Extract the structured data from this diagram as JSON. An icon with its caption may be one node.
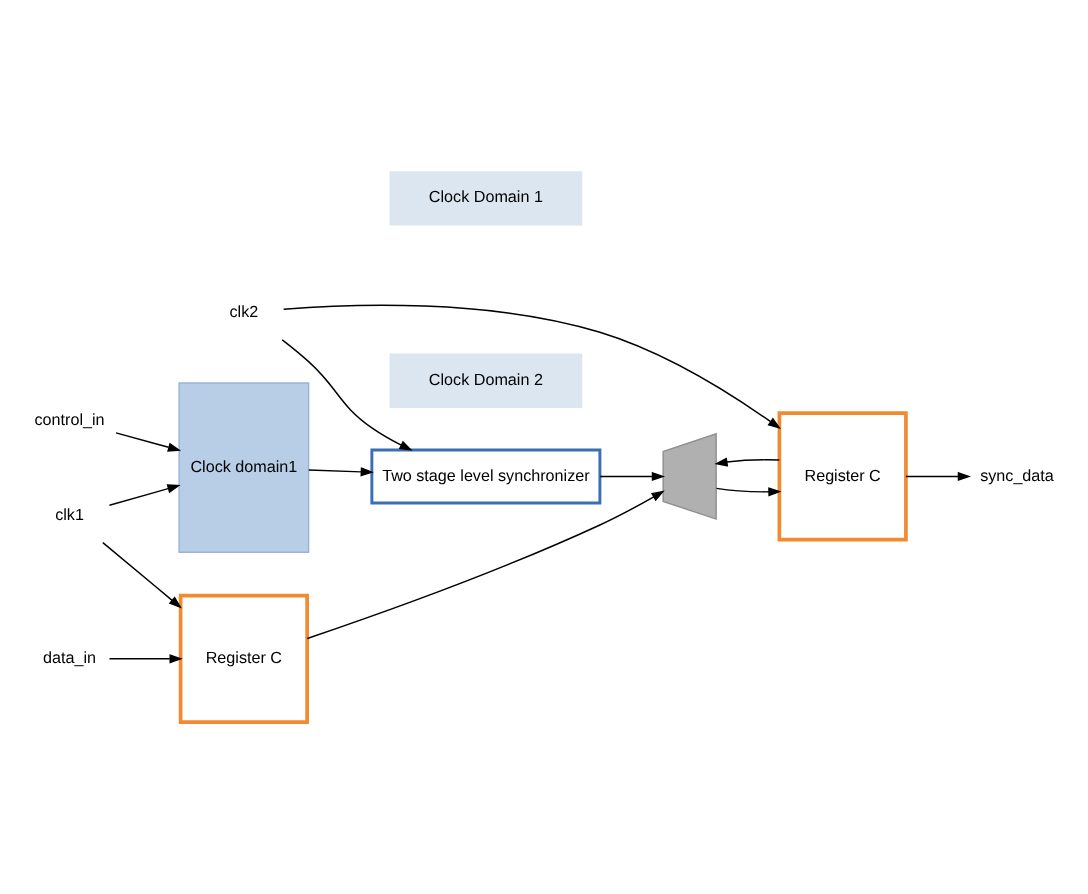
{
  "diagram": {
    "nodes": [
      {
        "text": [
          "data_in"
        ]
      },
      {
        "text": [
          "Register C"
        ]
      },
      {
        "text": [
          "control_in"
        ]
      },
      {
        "text": [
          "Clock domain1"
        ]
      },
      {
        "text": [
          "clk1"
        ]
      },
      {
        "text": [
          "Two stage level synchronizer"
        ]
      },
      {
        "text": [
          "clk2"
        ]
      },
      {
        "text": [],
        "shape": "trapezium"
      },
      {
        "text": [
          "Register C"
        ]
      },
      {
        "text": [
          "sync_data"
        ]
      },
      {
        "text": [
          "Clock Domain 1"
        ]
      },
      {
        "text": [
          "Clock Domain 2"
        ]
      }
    ],
    "edges": [
      {
        "from": 0,
        "to": 1,
        "arrow": "to"
      },
      {
        "from": 4,
        "to": 1,
        "arrow": "to"
      },
      {
        "from": 2,
        "to": 3,
        "arrow": "to"
      },
      {
        "from": 4,
        "to": 3,
        "arrow": "to"
      },
      {
        "from": 3,
        "to": 5,
        "arrow": "to"
      },
      {
        "from": 6,
        "to": 5,
        "arrow": "to"
      },
      {
        "from": 6,
        "to": 8,
        "arrow": "to"
      },
      {
        "from": 1,
        "to": 7,
        "arrow": "to"
      },
      {
        "from": 5,
        "to": 7,
        "arrow": "to"
      },
      {
        "from": 8,
        "to": 7,
        "arrow": "to"
      },
      {
        "from": 7,
        "to": 8,
        "arrow": "to"
      },
      {
        "from": 8,
        "to": 9,
        "arrow": "to"
      }
    ]
  }
}
